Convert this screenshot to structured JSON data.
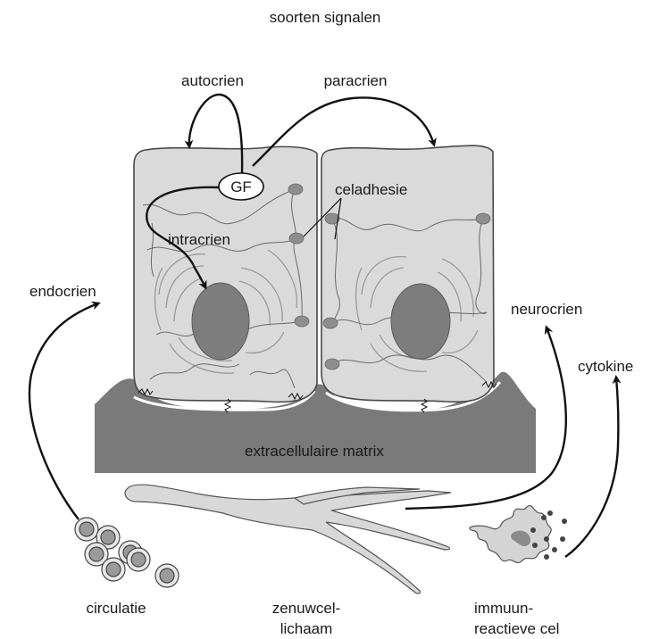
{
  "title": "soorten signalen",
  "labels": {
    "autocrine": "autocrien",
    "paracrine": "paracrien",
    "growth_factor": "GF",
    "cell_adhesion": "celadhesie",
    "intracrine": "intracrien",
    "endocrine": "endocrien",
    "neurocrine": "neurocrien",
    "cytokine": "cytokine",
    "matrix": "extracellulaire matrix",
    "circulation": "circulatie",
    "nerve_line1": "zenuwcel-",
    "nerve_line2": "lichaam",
    "immune_line1": "immuun-",
    "immune_line2": "reactieve cel"
  },
  "colors": {
    "cell": "#dadada",
    "nucleus": "#7d7d7d",
    "matrix": "#7a7a7a",
    "nerve": "#d8d8d8",
    "arrow": "#111111"
  }
}
